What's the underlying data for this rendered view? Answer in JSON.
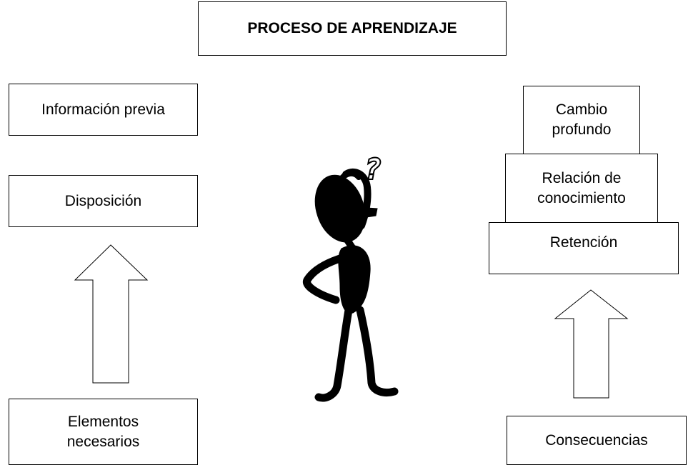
{
  "title": "PROCESO DE APRENDIZAJE",
  "left": {
    "previous_info": "Información previa",
    "disposition": "Disposición",
    "elements": "Elementos necesarios"
  },
  "right": {
    "deep_change": "Cambio profundo",
    "knowledge_relation": "Relación de conocimiento",
    "retention": "Retención",
    "consequences": "Consecuencias"
  },
  "figure": {
    "question_mark": "?"
  },
  "colors": {
    "stroke": "#000000",
    "background": "#ffffff"
  }
}
